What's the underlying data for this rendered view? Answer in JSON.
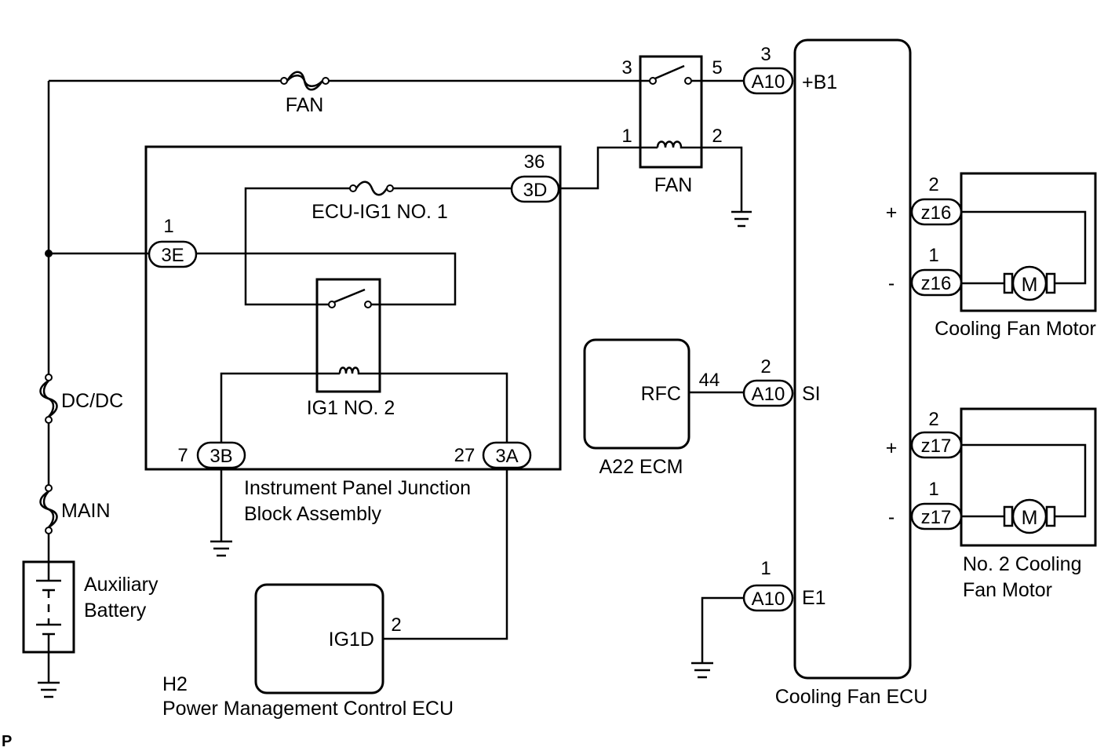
{
  "components": {
    "fan_fuse": "FAN",
    "fan_relay": "FAN",
    "ecu_ig1_fuse": "ECU-IG1 NO. 1",
    "ig1_relay": "IG1 NO. 2",
    "junction_block_line1": "Instrument Panel Junction",
    "junction_block_line2": "Block Assembly",
    "dcdc_fuse": "DC/DC",
    "main_fuse": "MAIN",
    "battery_line1": "Auxiliary",
    "battery_line2": "Battery",
    "ecm_terminal": "RFC",
    "ecm_name": "A22 ECM",
    "pm_terminal": "IG1D",
    "pm_code": "H2",
    "pm_name": "Power Management Control ECU",
    "cooling_ecu": "Cooling Fan ECU",
    "motor1": "Cooling Fan Motor",
    "motor2_line1": "No. 2 Cooling",
    "motor2_line2": "Fan Motor",
    "motor_symbol": "M",
    "corner_mark": "P"
  },
  "connectors": {
    "a10_b1": "A10",
    "a10_si": "A10",
    "a10_e1": "A10",
    "j3d": "3D",
    "j3e": "3E",
    "j3b": "3B",
    "j3a": "3A",
    "z16_plus": "z16",
    "z16_minus": "z16",
    "z17_plus": "z17",
    "z17_minus": "z17"
  },
  "terminals": {
    "b1": "+B1",
    "si": "SI",
    "e1": "E1",
    "plus": "+",
    "minus": "-"
  },
  "pins": {
    "relay_fan_3": "3",
    "relay_fan_5": "5",
    "relay_fan_1": "1",
    "relay_fan_2": "2",
    "a10_b1": "3",
    "a10_si": "2",
    "a10_e1": "1",
    "j3d": "36",
    "j3e": "1",
    "j3b": "7",
    "j3a": "27",
    "ecm_rfc": "44",
    "pm_ig1d": "2",
    "z16_plus": "2",
    "z16_minus": "1",
    "z17_plus": "2",
    "z17_minus": "1"
  }
}
